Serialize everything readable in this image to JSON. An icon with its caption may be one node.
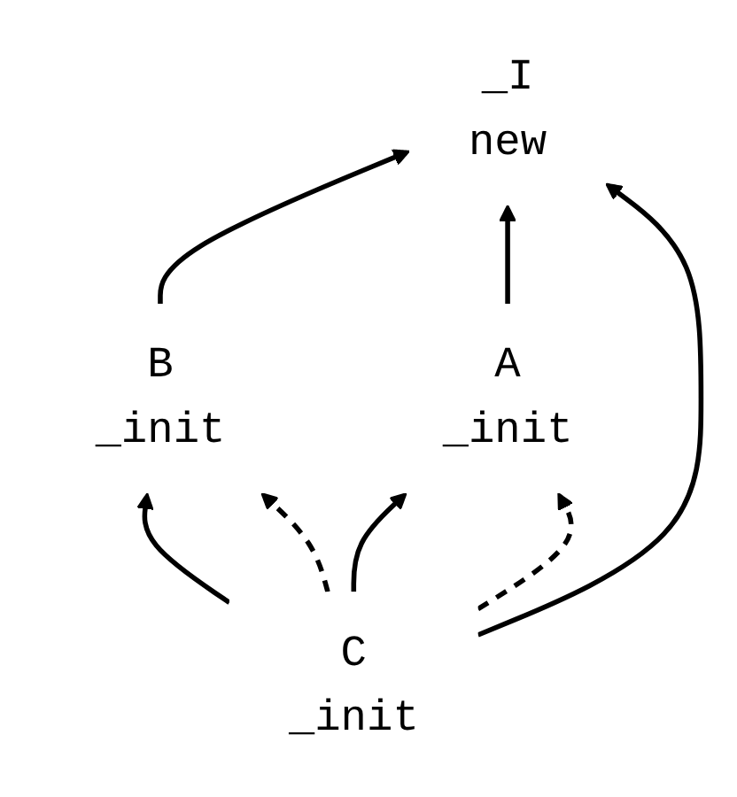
{
  "diagram": {
    "nodes": [
      {
        "text": [
          "_I",
          "new"
        ]
      },
      {
        "text": [
          "B",
          "_init"
        ]
      },
      {
        "text": [
          "A",
          "_init"
        ]
      },
      {
        "text": [
          "C",
          "_init"
        ]
      }
    ],
    "edges": [
      {
        "from": 1,
        "to": 0,
        "arrow": "to"
      },
      {
        "from": 2,
        "to": 0,
        "arrow": "to"
      },
      {
        "from": 3,
        "to": 0,
        "arrow": "to"
      },
      {
        "from": 3,
        "to": 1,
        "arrow": "to"
      },
      {
        "from": 3,
        "to": 2,
        "arrow": "to"
      },
      {
        "from": 3,
        "to": 1,
        "arrow": "to",
        "style": "dashed"
      },
      {
        "from": 3,
        "to": 2,
        "arrow": "to",
        "style": "dashed"
      }
    ]
  }
}
